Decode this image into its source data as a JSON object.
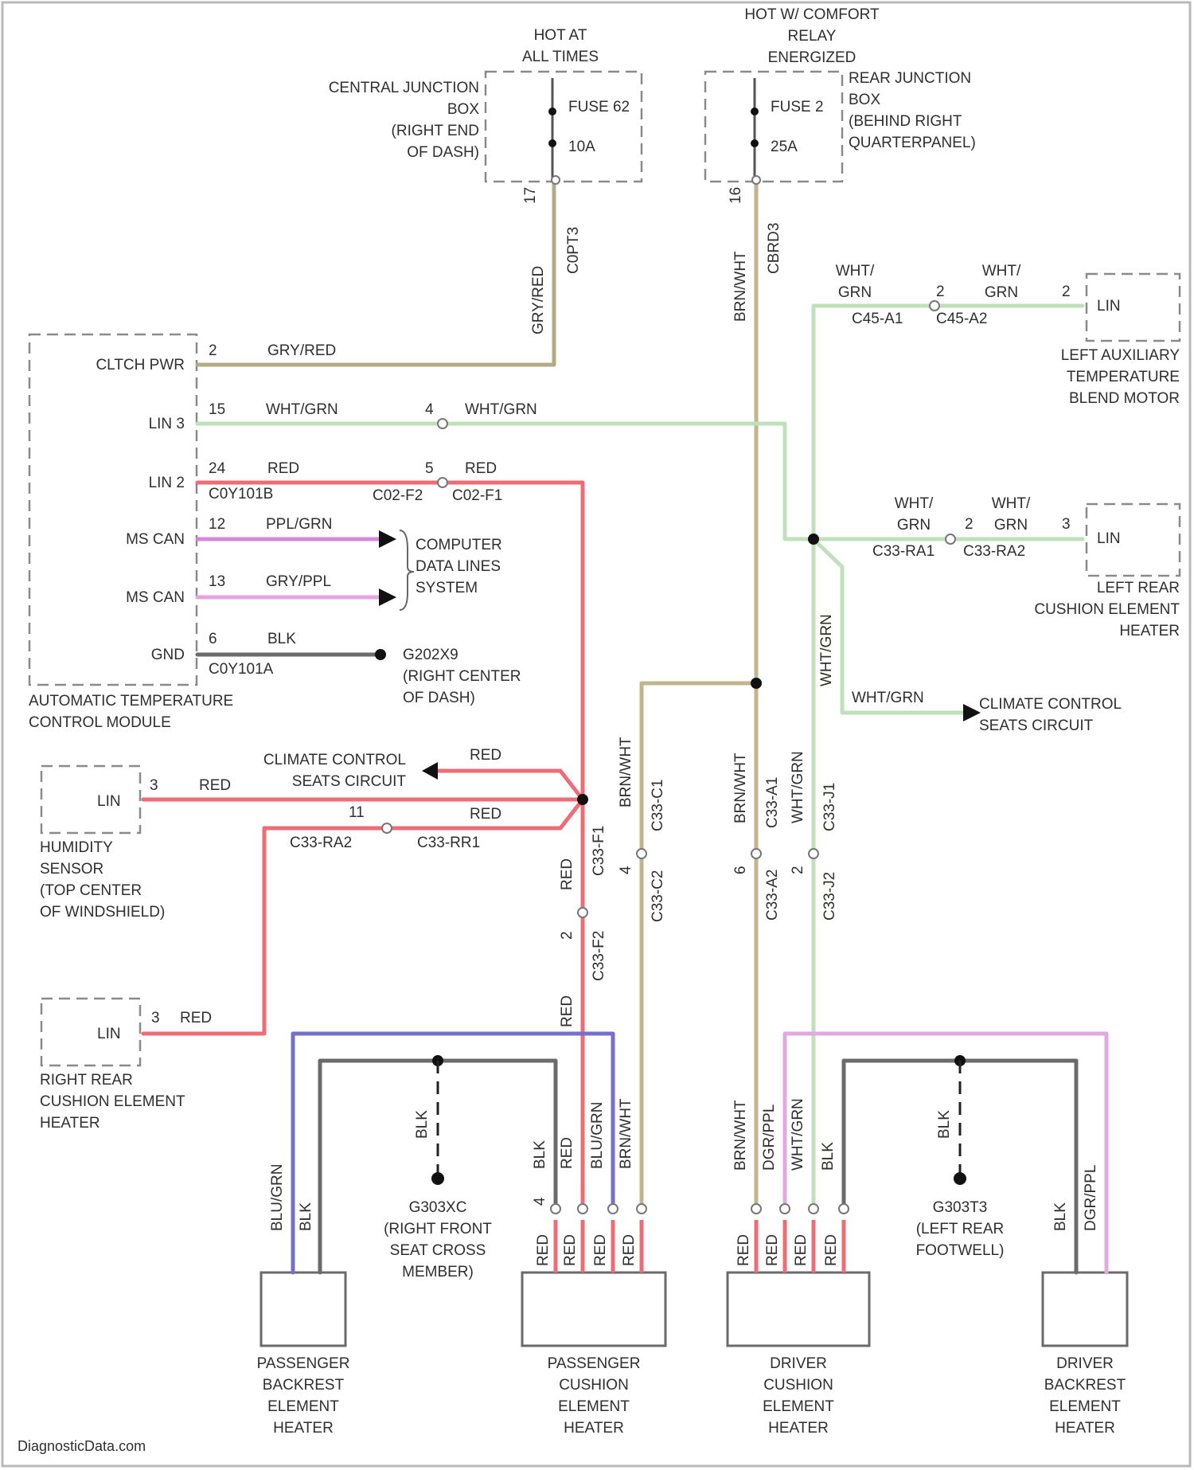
{
  "colors": {
    "gry_red": "#b3ab86",
    "wht_grn": "#bfe0bb",
    "red": "#ee6c75",
    "ppl_grn": "#d688d8",
    "gry_ppl": "#e6a4e6",
    "blk": "#6b6b6b",
    "brn_wht": "#c2b58e",
    "blu_grn": "#7470cc",
    "dgr_ppl": "#e2a8e2"
  },
  "power": {
    "cjb_hot": "HOT AT\nALL TIMES",
    "rjb_hot": "HOT W/ COMFORT\nRELAY\nENERGIZED",
    "cjb_name": "CENTRAL JUNCTION\nBOX\n(RIGHT END\nOF DASH)",
    "rjb_name": "REAR JUNCTION\nBOX\n(BEHIND RIGHT\nQUARTERPANEL)",
    "fuse62": "FUSE 62",
    "fuse62_amp": "10A",
    "fuse2": "FUSE 2",
    "fuse2_amp": "25A",
    "cjb_pin": "17",
    "cjb_conn": "C0PT3",
    "rjb_pin": "16",
    "rjb_conn": "CBRD3",
    "gry_red_v": "GRY/RED",
    "brn_wht_v": "BRN/WHT"
  },
  "atc": {
    "name": "AUTOMATIC TEMPERATURE\nCONTROL MODULE",
    "pins": [
      "CLTCH PWR",
      "LIN 3",
      "LIN 2",
      "MS CAN",
      "MS CAN",
      "GND"
    ],
    "pin_nums": [
      "2",
      "15",
      "24",
      "12",
      "13",
      "6"
    ],
    "wires": [
      "GRY/RED",
      "WHT/GRN",
      "RED",
      "PPL/GRN",
      "GRY/PPL",
      "BLK"
    ],
    "conn_top": "C0Y101B",
    "conn_bot": "C0Y101A"
  },
  "lin3": {
    "pin": "4",
    "wire": "WHT/GRN"
  },
  "lin2": {
    "pin": "5",
    "wire": "RED",
    "conn_a": "C02-F2",
    "conn_b": "C02-F1"
  },
  "computer_data": "COMPUTER\nDATA LINES\nSYSTEM",
  "ground_g": {
    "name": "G202X9\n(RIGHT CENTER\nOF DASH)"
  },
  "left_aux": {
    "w1": "WHT/\nGRN",
    "w2": "WHT/\nGRN",
    "pin_a": "2",
    "pin_b": "2",
    "conn_a": "C45-A1",
    "conn_b": "C45-A2",
    "lin": "LIN",
    "name": "LEFT AUXILIARY\nTEMPERATURE\nBLEND MOTOR"
  },
  "left_rear": {
    "w1": "WHT/\nGRN",
    "w2": "WHT/\nGRN",
    "pin_a": "2",
    "pin_b": "3",
    "conn_a": "C33-RA1",
    "conn_b": "C33-RA2",
    "lin": "LIN",
    "name": "LEFT REAR\nCUSHION ELEMENT\nHEATER"
  },
  "climate_right": {
    "wire_v": "WHT/GRN",
    "wire": "WHT/GRN",
    "name": "CLIMATE CONTROL\nSEATS CIRCUIT"
  },
  "humidity": {
    "lin": "LIN",
    "pin": "3",
    "wire": "RED",
    "name": "HUMIDITY\nSENSOR\n(TOP CENTER\nOF WINDSHIELD)"
  },
  "climate_left": {
    "name": "CLIMATE CONTROL\nSEATS CIRCUIT",
    "wire": "RED"
  },
  "red_branch": {
    "pin": "11",
    "wire": "RED",
    "conn_a": "C33-RA2",
    "conn_b": "C33-RR1"
  },
  "right_rear": {
    "lin": "LIN",
    "pin": "3",
    "wire": "RED",
    "name": "RIGHT REAR\nCUSHION ELEMENT\nHEATER"
  },
  "vert_labels": {
    "brn_wht1": "BRN/WHT",
    "c33_c1": "C33-C1",
    "c33_f1": "C33-F1",
    "c33_c2": "C33-C2",
    "pin4": "4",
    "red1": "RED",
    "red2": "RED",
    "pin2": "2",
    "c33_f2": "C33-F2",
    "brn_wht2": "BRN/WHT",
    "c33_a1": "C33-A1",
    "pin6": "6",
    "c33_a2": "C33-A2",
    "wht_grn1": "WHT/GRN",
    "c33_j1": "C33-J1",
    "pin2b": "2",
    "c33_j2": "C33-J2"
  },
  "pass_side": {
    "gnd_wire": "BLK",
    "gnd_name": "G303XC\n(RIGHT FRONT\nSEAT CROSS\nMEMBER)",
    "backrest_wires": [
      "BLU/GRN",
      "BLK"
    ],
    "cushion_wires": [
      "BLK",
      "RED",
      "BLU/GRN",
      "BRN/WHT"
    ],
    "cushion_pin": "4",
    "cushion_inner": [
      "RED",
      "RED",
      "RED",
      "RED"
    ],
    "backrest_name": "PASSENGER\nBACKREST\nELEMENT\nHEATER",
    "cushion_name": "PASSENGER\nCUSHION\nELEMENT\nHEATER"
  },
  "drv_side": {
    "gnd_wire": "BLK",
    "gnd_name": "G303T3\n(LEFT REAR\nFOOTWELL)",
    "cushion_wires": [
      "BRN/WHT",
      "DGR/PPL",
      "WHT/GRN",
      "BLK"
    ],
    "cushion_inner": [
      "RED",
      "RED",
      "RED",
      "RED"
    ],
    "backrest_wires": [
      "BLK",
      "DGR/PPL"
    ],
    "cushion_name": "DRIVER\nCUSHION\nELEMENT\nHEATER",
    "backrest_name": "DRIVER\nBACKREST\nELEMENT\nHEATER"
  },
  "watermark": "DiagnosticData.com"
}
